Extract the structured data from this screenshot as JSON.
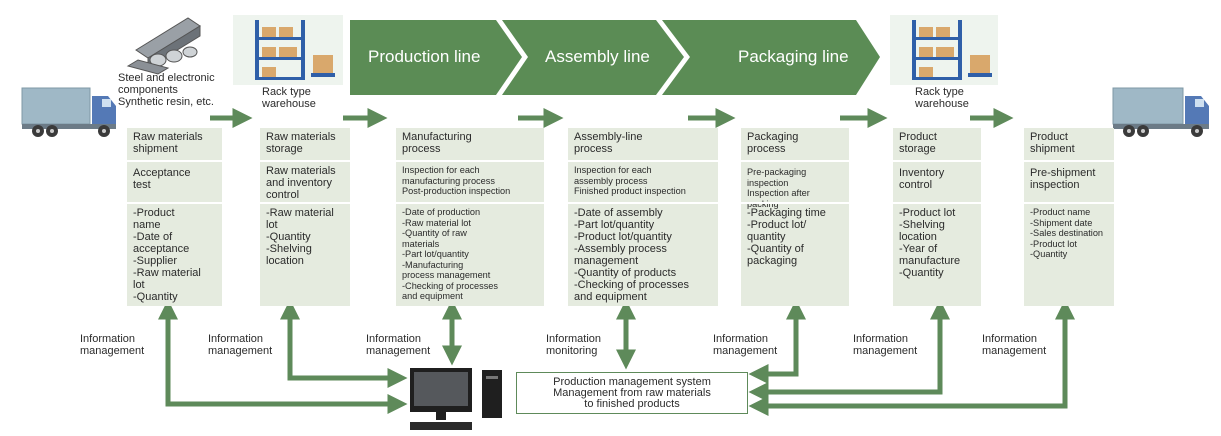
{
  "stages": [
    "Production line",
    "Assembly line",
    "Packaging line"
  ],
  "materials_caption": "Steel and electronic\ncomponents\nSynthetic resin, etc.",
  "warehouse_left_caption": "Rack type\nwarehouse",
  "warehouse_right_caption": "Rack type\nwarehouse",
  "columns": [
    {
      "title": "Raw materials\nshipment",
      "check": "Acceptance\ntest",
      "items": "-Product\n  name\n-Date of\n  acceptance\n-Supplier\n-Raw material\n  lot\n-Quantity"
    },
    {
      "title": "Raw materials\nstorage",
      "check": "Raw materials\nand inventory\ncontrol",
      "items": "-Raw material\n  lot\n-Quantity\n-Shelving\n  location"
    },
    {
      "title": "Manufacturing\nprocess",
      "check": "Inspection for each\nmanufacturing process\nPost-production inspection",
      "items": "-Date of production\n-Raw material lot\n-Quantity of raw\n  materials\n-Part lot/quantity\n-Manufacturing\n  process management\n-Checking of processes\n  and equipment"
    },
    {
      "title": "Assembly-line\nprocess",
      "check": "Inspection for each\nassembly process\nFinished product inspection",
      "items": "-Date of assembly\n-Part lot/quantity\n-Product lot/quantity\n-Assembly process\n  management\n-Quantity of products\n-Checking of processes\n  and equipment"
    },
    {
      "title": "Packaging\nprocess",
      "check": "Pre-packaging inspection\nInspection after packing",
      "items": "-Packaging time\n-Product lot/\n  quantity\n-Quantity of\n  packaging"
    },
    {
      "title": "Product\nstorage",
      "check": "Inventory\ncontrol",
      "items": "-Product lot\n-Shelving\n  location\n-Year of\n  manufacture\n-Quantity"
    },
    {
      "title": "Product\nshipment",
      "check": "Pre-shipment\ninspection",
      "items": "-Product name\n-Shipment date\n-Sales destination\n-Product lot\n-Quantity"
    }
  ],
  "info_labels": [
    "Information\nmanagement",
    "Information\nmanagement",
    "Information\nmanagement",
    "Information\nmonitoring",
    "Information\nmanagement",
    "Information\nmanagement",
    "Information\nmanagement"
  ],
  "system_box": "Production management system\nManagement from raw materials\nto finished products",
  "colors": {
    "arrow": "#5e8a5a",
    "stage": "#5b8c55",
    "panel": "#e5ebdf",
    "truck": "#9fb8c6"
  },
  "icons": [
    "truck-icon",
    "steel-materials-icon",
    "rack-warehouse-icon",
    "computer-icon"
  ]
}
